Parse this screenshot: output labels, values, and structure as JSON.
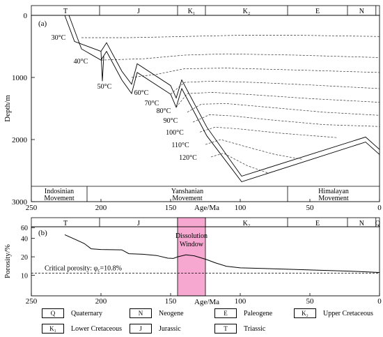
{
  "panel_a": {
    "label": "(a)",
    "periods": [
      {
        "code": "T",
        "from": 250,
        "to": 201
      },
      {
        "code": "J",
        "from": 201,
        "to": 145
      },
      {
        "code": "K₁",
        "from": 145,
        "to": 125
      },
      {
        "code": "K₂",
        "from": 125,
        "to": 66
      },
      {
        "code": "E",
        "from": 66,
        "to": 23
      },
      {
        "code": "N",
        "from": 23,
        "to": 2.6
      },
      {
        "code": "",
        "from": 2.6,
        "to": 0
      }
    ],
    "movements": [
      {
        "label1": "Indosinian",
        "label2": "Movement",
        "from": 250,
        "to": 210
      },
      {
        "label1": "Yanshanian",
        "label2": "Movement",
        "from": 210,
        "to": 66
      },
      {
        "label1": "Himalayan",
        "label2": "Movement",
        "from": 66,
        "to": 0
      }
    ]
  },
  "panel_b": {
    "label": "(b)",
    "periods": [
      {
        "code": "T",
        "from": 250,
        "to": 201
      },
      {
        "code": "J",
        "from": 201,
        "to": 145
      },
      {
        "code": "K₁",
        "from": 145,
        "to": 125
      },
      {
        "code": "K₂",
        "from": 125,
        "to": 66
      },
      {
        "code": "E",
        "from": 66,
        "to": 23
      },
      {
        "code": "N",
        "from": 23,
        "to": 2.6
      },
      {
        "code": "Q",
        "from": 2.6,
        "to": 0
      }
    ],
    "window_label1": "Dissolution",
    "window_label2": "Window",
    "critical_label": "Critical porosity:  φ",
    "critical_sub": "c",
    "critical_value": "=10.8%"
  },
  "legend": {
    "items": [
      {
        "code": "Q",
        "label": "Quaternary"
      },
      {
        "code": "N",
        "label": "Neogene"
      },
      {
        "code": "E",
        "label": "Paleogene"
      },
      {
        "code": "K₂",
        "label": "Upper Cretaceous"
      },
      {
        "code": "K₁",
        "label": "Lower Cretaceous"
      },
      {
        "code": "J",
        "label": "Jurassic"
      },
      {
        "code": "T",
        "label": "Triassic"
      }
    ]
  },
  "chart_data": [
    {
      "type": "line",
      "ylabel": "Depth/m",
      "xlabel": "Age/Ma",
      "xlim": [
        250,
        0
      ],
      "ylim": [
        3000,
        0
      ],
      "xticks": [
        250,
        200,
        150,
        100,
        50,
        0
      ],
      "yticks": [
        0,
        1000,
        2000,
        3000
      ],
      "burial_top": [
        [
          226,
          0
        ],
        [
          219,
          420
        ],
        [
          200,
          580
        ],
        [
          196,
          440
        ],
        [
          185,
          900
        ],
        [
          178,
          1110
        ],
        [
          174,
          780
        ],
        [
          150,
          1130
        ],
        [
          146,
          1330
        ],
        [
          142,
          1040
        ],
        [
          124,
          1800
        ],
        [
          99,
          2590
        ],
        [
          10,
          1960
        ],
        [
          0,
          2160
        ]
      ],
      "burial_bottom": [
        [
          223,
          0
        ],
        [
          214,
          540
        ],
        [
          200,
          720
        ],
        [
          196,
          580
        ],
        [
          185,
          1040
        ],
        [
          178,
          1260
        ],
        [
          174,
          920
        ],
        [
          150,
          1270
        ],
        [
          146,
          1480
        ],
        [
          142,
          1180
        ],
        [
          124,
          1940
        ],
        [
          99,
          2680
        ],
        [
          10,
          2040
        ],
        [
          0,
          2240
        ]
      ],
      "notch": [
        [
          200,
          580
        ],
        [
          199,
          1060
        ],
        [
          198,
          660
        ]
      ],
      "isotherms": [
        {
          "label": "30°C",
          "values": [
            [
              214,
              360
            ],
            [
              180,
              360
            ],
            [
              140,
              340
            ],
            [
              100,
              320
            ],
            [
              60,
              320
            ],
            [
              0,
              340
            ]
          ]
        },
        {
          "label": "40°C",
          "values": [
            [
              200,
              720
            ],
            [
              170,
              700
            ],
            [
              140,
              640
            ],
            [
              110,
              620
            ],
            [
              60,
              640
            ],
            [
              0,
              680
            ]
          ]
        },
        {
          "label": "50°C",
          "values": [
            [
              178,
              1000
            ],
            [
              160,
              950
            ],
            [
              140,
              860
            ],
            [
              110,
              850
            ],
            [
              60,
              880
            ],
            [
              0,
              920
            ]
          ]
        },
        {
          "label": "60°C",
          "values": [
            [
              150,
              1270
            ],
            [
              140,
              1080
            ],
            [
              120,
              1060
            ],
            [
              90,
              1080
            ],
            [
              50,
              1120
            ],
            [
              0,
              1180
            ]
          ]
        },
        {
          "label": "70°C",
          "values": [
            [
              146,
              1480
            ],
            [
              138,
              1260
            ],
            [
              120,
              1240
            ],
            [
              90,
              1280
            ],
            [
              50,
              1340
            ],
            [
              0,
              1400
            ]
          ]
        },
        {
          "label": "80°C",
          "values": [
            [
              138,
              1560
            ],
            [
              128,
              1430
            ],
            [
              110,
              1420
            ],
            [
              80,
              1480
            ],
            [
              40,
              1560
            ],
            [
              0,
              1610
            ]
          ]
        },
        {
          "label": "90°C",
          "values": [
            [
              134,
              1720
            ],
            [
              122,
              1600
            ],
            [
              105,
              1620
            ],
            [
              80,
              1680
            ],
            [
              40,
              1760
            ],
            [
              0,
              1790
            ]
          ]
        },
        {
          "label": "100°C",
          "values": [
            [
              129,
              1880
            ],
            [
              118,
              1800
            ],
            [
              100,
              1830
            ],
            [
              70,
              1900
            ],
            [
              30,
              1970
            ]
          ]
        },
        {
          "label": "110°C",
          "values": [
            [
              125,
              2080
            ],
            [
              114,
              2000
            ],
            [
              95,
              2120
            ],
            [
              75,
              2240
            ],
            [
              55,
              2320
            ]
          ]
        },
        {
          "label": "120°C",
          "values": [
            [
              121,
              2280
            ],
            [
              112,
              2220
            ],
            [
              95,
              2420
            ],
            [
              80,
              2540
            ]
          ]
        }
      ]
    },
    {
      "type": "line",
      "ylabel": "Porosity/%",
      "xlabel": "Age/Ma",
      "xlim": [
        250,
        0
      ],
      "yscale": "log",
      "ylim": [
        4.6,
        62
      ],
      "xticks": [
        250,
        200,
        150,
        100,
        50,
        0
      ],
      "yticks": [
        10,
        20,
        40,
        60
      ],
      "critical_porosity": 10.8,
      "dissolution_window": [
        145,
        125
      ],
      "series": [
        {
          "values": [
            [
              226,
              46
            ],
            [
              218,
              38
            ],
            [
              212,
              33
            ],
            [
              207,
              27
            ],
            [
              200,
              26.3
            ],
            [
              185,
              26
            ],
            [
              180,
              22.5
            ],
            [
              170,
              22
            ],
            [
              160,
              21
            ],
            [
              152,
              19
            ],
            [
              148,
              18.8
            ],
            [
              145,
              20
            ],
            [
              139,
              21.5
            ],
            [
              133,
              20.8
            ],
            [
              124,
              18
            ],
            [
              118,
              16
            ],
            [
              110,
              14
            ],
            [
              100,
              13.2
            ],
            [
              80,
              12.8
            ],
            [
              50,
              12.2
            ],
            [
              20,
              11.6
            ],
            [
              0,
              11.1
            ]
          ]
        }
      ]
    }
  ]
}
